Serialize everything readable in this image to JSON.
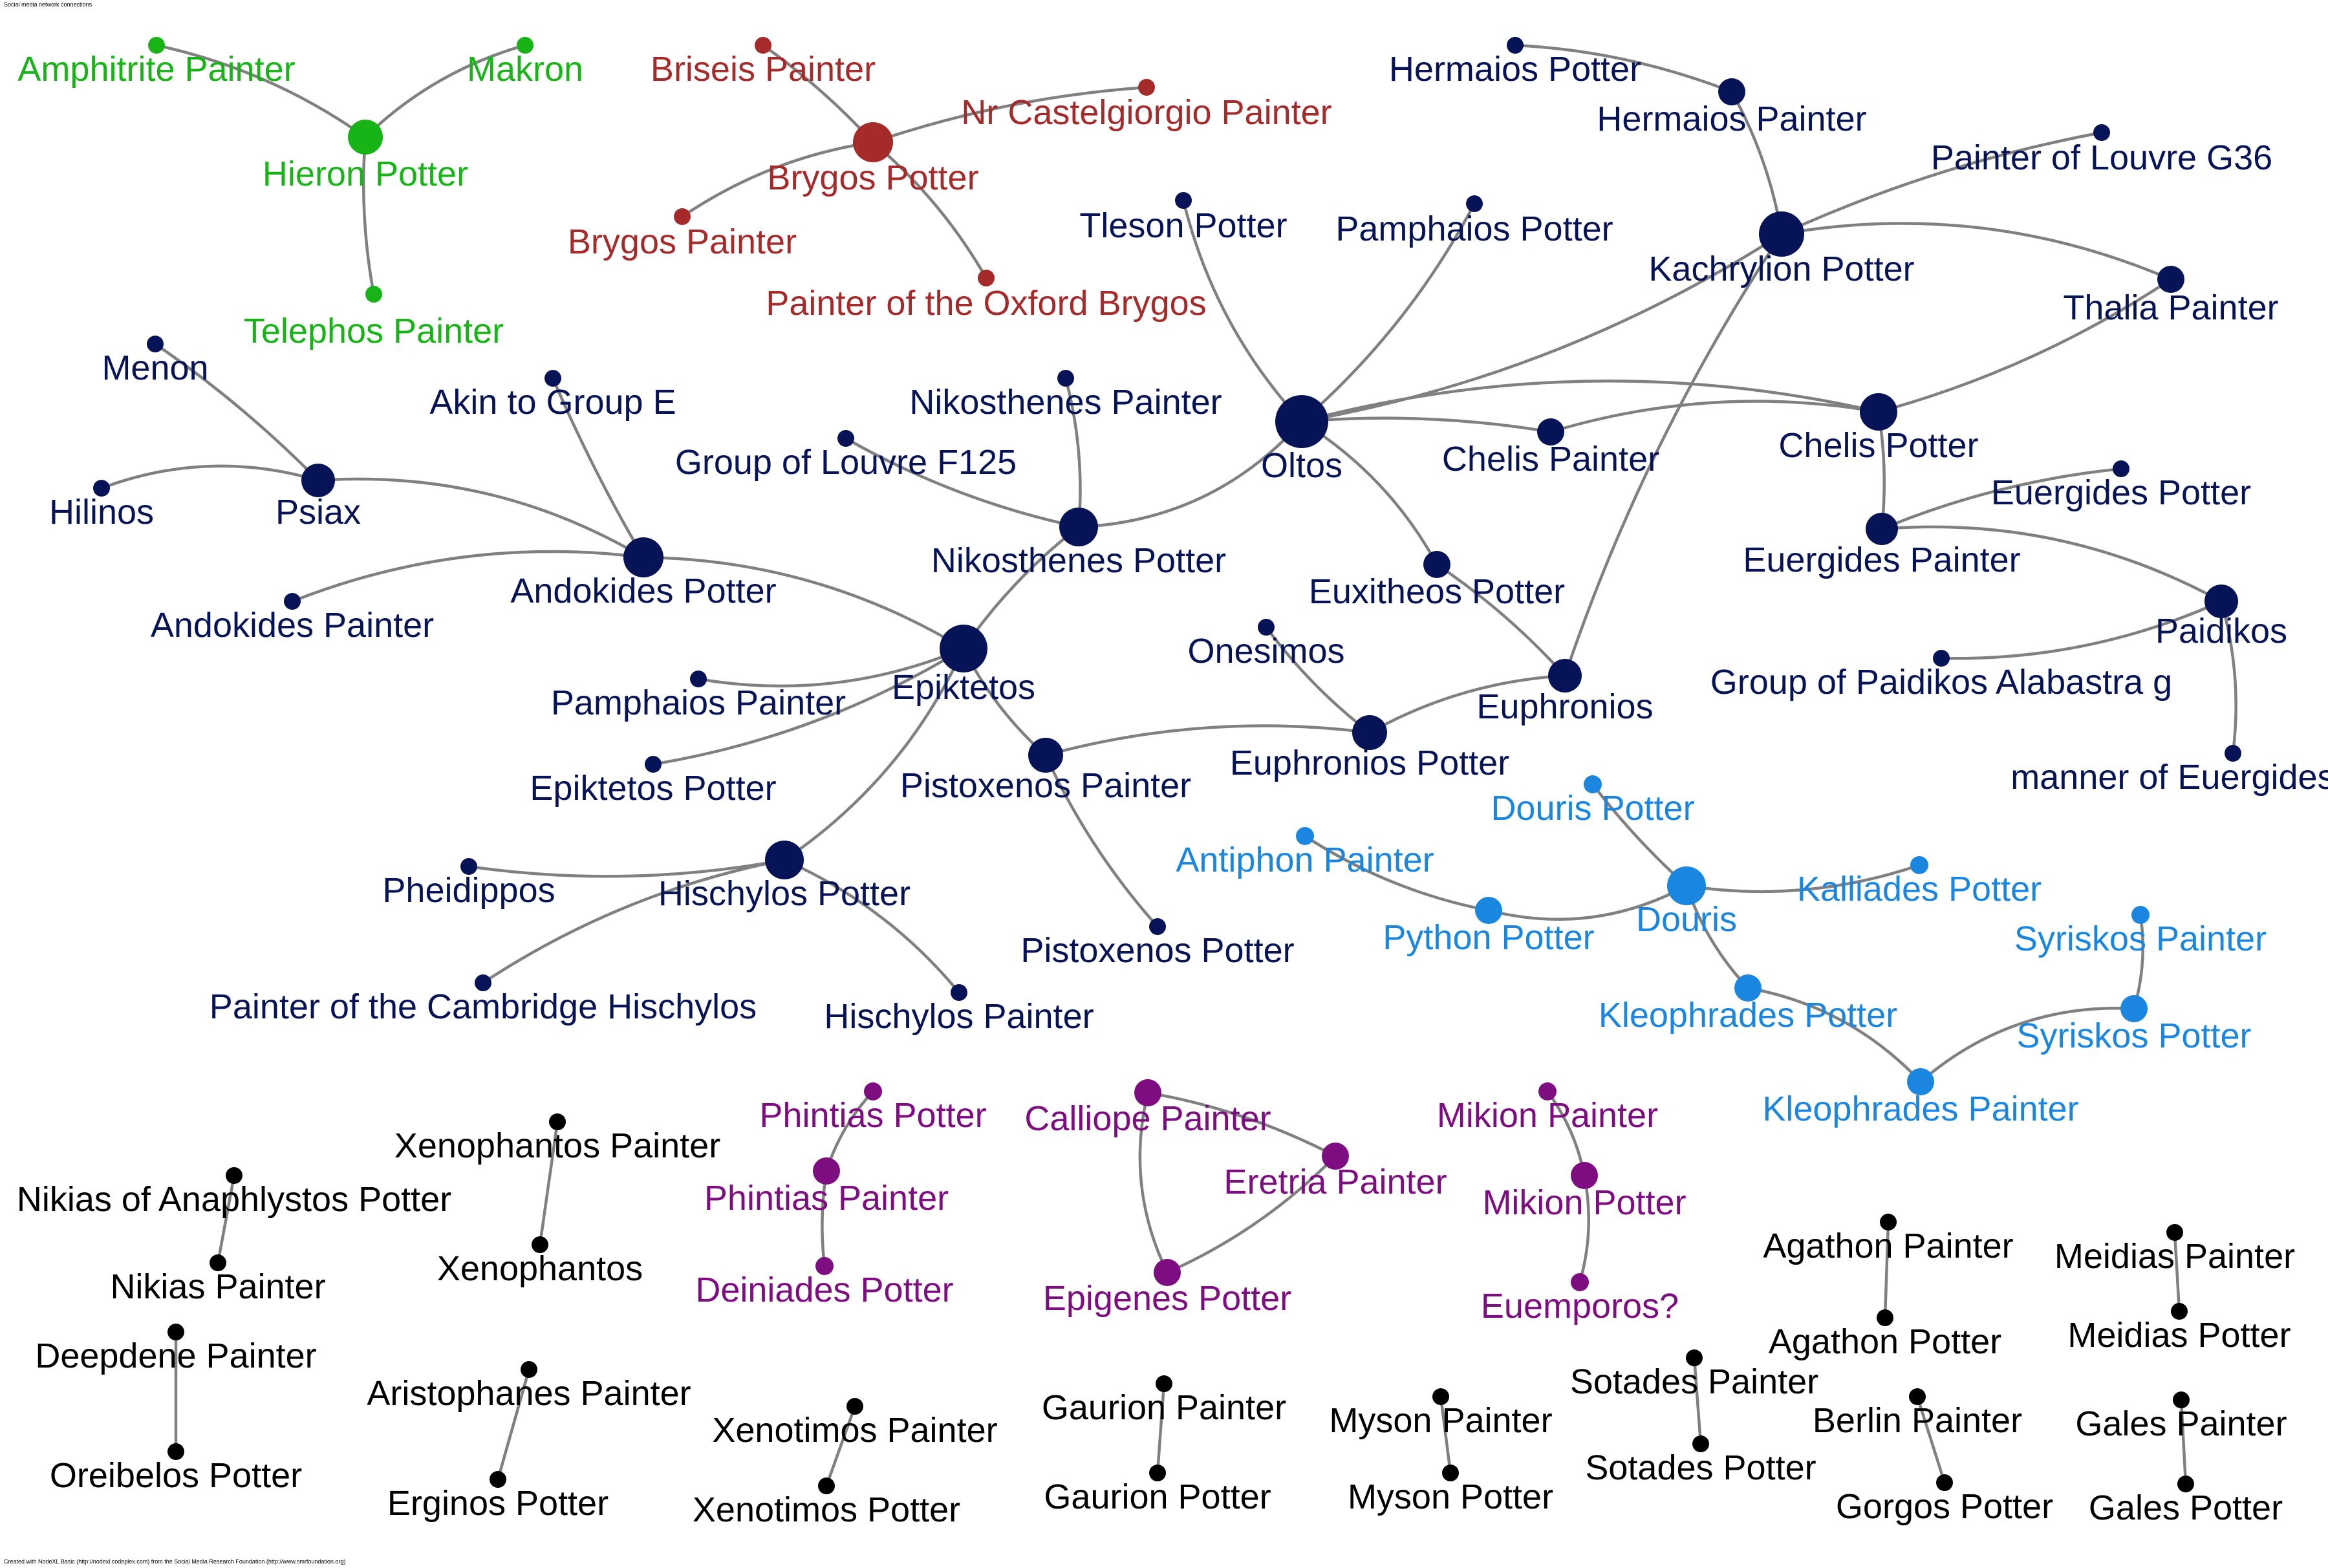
{
  "title": "Social media network connections",
  "credit": "Created with NodeXL Basic (http://nodexl.codeplex.com) from the Social Media Research Foundation (http://www.smrfoundation.org)",
  "colors": {
    "edge": "#808080",
    "green": "#17b317",
    "red": "#a52a2a",
    "navy": "#061356",
    "blue": "#1a86e0",
    "purple": "#7d0d80",
    "black": "#000000"
  },
  "nodes": [
    {
      "id": "amphitrite",
      "label": "Amphitrite Painter",
      "group": "green"
    },
    {
      "id": "makron",
      "label": "Makron",
      "group": "green"
    },
    {
      "id": "hieron",
      "label": "Hieron Potter",
      "group": "green"
    },
    {
      "id": "telephos",
      "label": "Telephos Painter",
      "group": "green"
    },
    {
      "id": "briseis",
      "label": "Briseis Painter",
      "group": "red"
    },
    {
      "id": "castelgiorgio",
      "label": "Nr Castelgiorgio Painter",
      "group": "red"
    },
    {
      "id": "brygos_potter",
      "label": "Brygos Potter",
      "group": "red"
    },
    {
      "id": "brygos_painter",
      "label": "Brygos Painter",
      "group": "red"
    },
    {
      "id": "oxford_brygos",
      "label": "Painter of the Oxford Brygos",
      "group": "red"
    },
    {
      "id": "hermaios_potter",
      "label": "Hermaios Potter",
      "group": "navy"
    },
    {
      "id": "hermaios_painter",
      "label": "Hermaios Painter",
      "group": "navy"
    },
    {
      "id": "louvre_g36",
      "label": "Painter of Louvre G36",
      "group": "navy"
    },
    {
      "id": "tleson",
      "label": "Tleson Potter",
      "group": "navy"
    },
    {
      "id": "pamphaios_potter",
      "label": "Pamphaios Potter",
      "group": "navy"
    },
    {
      "id": "kachrylion",
      "label": "Kachrylion Potter",
      "group": "navy"
    },
    {
      "id": "thalia",
      "label": "Thalia Painter",
      "group": "navy"
    },
    {
      "id": "menon",
      "label": "Menon",
      "group": "navy"
    },
    {
      "id": "akin_e",
      "label": "Akin to Group E",
      "group": "navy"
    },
    {
      "id": "nikosthenes_painter",
      "label": "Nikosthenes Painter",
      "group": "navy"
    },
    {
      "id": "louvre_f125",
      "label": "Group of Louvre F125",
      "group": "navy"
    },
    {
      "id": "oltos",
      "label": "Oltos",
      "group": "navy"
    },
    {
      "id": "chelis_painter",
      "label": "Chelis Painter",
      "group": "navy"
    },
    {
      "id": "chelis_potter",
      "label": "Chelis Potter",
      "group": "navy"
    },
    {
      "id": "euergides_potter",
      "label": "Euergides Potter",
      "group": "navy"
    },
    {
      "id": "hilinos",
      "label": "Hilinos",
      "group": "navy"
    },
    {
      "id": "psiax",
      "label": "Psiax",
      "group": "navy"
    },
    {
      "id": "euergides_painter",
      "label": "Euergides Painter",
      "group": "navy"
    },
    {
      "id": "nikosthenes_potter",
      "label": "Nikosthenes Potter",
      "group": "navy"
    },
    {
      "id": "andokides_potter",
      "label": "Andokides Potter",
      "group": "navy"
    },
    {
      "id": "andokides_painter",
      "label": "Andokides Painter",
      "group": "navy"
    },
    {
      "id": "euxitheos",
      "label": "Euxitheos Potter",
      "group": "navy"
    },
    {
      "id": "paidikos",
      "label": "Paidikos",
      "group": "navy"
    },
    {
      "id": "onesimos",
      "label": "Onesimos",
      "group": "navy"
    },
    {
      "id": "epiktetos",
      "label": "Epiktetos",
      "group": "navy"
    },
    {
      "id": "pamphaios_painter",
      "label": "Pamphaios Painter",
      "group": "navy"
    },
    {
      "id": "euphronios",
      "label": "Euphronios",
      "group": "navy"
    },
    {
      "id": "paidikos_alabastra",
      "label": "Group of Paidikos Alabastra g",
      "group": "navy"
    },
    {
      "id": "euphronios_potter",
      "label": "Euphronios Potter",
      "group": "navy"
    },
    {
      "id": "epiktetos_potter",
      "label": "Epiktetos Potter",
      "group": "navy"
    },
    {
      "id": "pistoxenos_painter",
      "label": "Pistoxenos Painter",
      "group": "navy"
    },
    {
      "id": "manner_euergides",
      "label": "manner of Euergides Painter",
      "group": "navy"
    },
    {
      "id": "pheidippos",
      "label": "Pheidippos",
      "group": "navy"
    },
    {
      "id": "hischylos_potter",
      "label": "Hischylos Potter",
      "group": "navy"
    },
    {
      "id": "pistoxenos_potter",
      "label": "Pistoxenos Potter",
      "group": "navy"
    },
    {
      "id": "cambridge_hischylos",
      "label": "Painter of the Cambridge Hischylos",
      "group": "navy"
    },
    {
      "id": "hischylos_painter",
      "label": "Hischylos Painter",
      "group": "navy"
    },
    {
      "id": "douris_potter",
      "label": "Douris Potter",
      "group": "blue"
    },
    {
      "id": "antiphon",
      "label": "Antiphon Painter",
      "group": "blue"
    },
    {
      "id": "kalliades",
      "label": "Kalliades Potter",
      "group": "blue"
    },
    {
      "id": "douris",
      "label": "Douris",
      "group": "blue"
    },
    {
      "id": "python",
      "label": "Python Potter",
      "group": "blue"
    },
    {
      "id": "syriskos_painter",
      "label": "Syriskos Painter",
      "group": "blue"
    },
    {
      "id": "kleophrades_potter",
      "label": "Kleophrades Potter",
      "group": "blue"
    },
    {
      "id": "syriskos_potter",
      "label": "Syriskos Potter",
      "group": "blue"
    },
    {
      "id": "kleophrades_painter",
      "label": "Kleophrades Painter",
      "group": "blue"
    },
    {
      "id": "phintias_potter",
      "label": "Phintias Potter",
      "group": "purple"
    },
    {
      "id": "phintias_painter",
      "label": "Phintias Painter",
      "group": "purple"
    },
    {
      "id": "deiniades",
      "label": "Deiniades Potter",
      "group": "purple"
    },
    {
      "id": "calliope",
      "label": "Calliope Painter",
      "group": "purple"
    },
    {
      "id": "eretria",
      "label": "Eretria Painter",
      "group": "purple"
    },
    {
      "id": "epigenes",
      "label": "Epigenes Potter",
      "group": "purple"
    },
    {
      "id": "mikion_painter",
      "label": "Mikion Painter",
      "group": "purple"
    },
    {
      "id": "mikion_potter",
      "label": "Mikion Potter",
      "group": "purple"
    },
    {
      "id": "euemporos",
      "label": "Euemporos?",
      "group": "purple"
    },
    {
      "id": "xenophantos_painter",
      "label": "Xenophantos Painter",
      "group": "black"
    },
    {
      "id": "xenophantos",
      "label": "Xenophantos",
      "group": "black"
    },
    {
      "id": "nikias_potter",
      "label": "Nikias of Anaphlystos Potter",
      "group": "black"
    },
    {
      "id": "nikias_painter",
      "label": "Nikias Painter",
      "group": "black"
    },
    {
      "id": "deepdene",
      "label": "Deepdene Painter",
      "group": "black"
    },
    {
      "id": "oreibelos",
      "label": "Oreibelos Potter",
      "group": "black"
    },
    {
      "id": "aristophanes",
      "label": "Aristophanes Painter",
      "group": "black"
    },
    {
      "id": "erginos",
      "label": "Erginos Potter",
      "group": "black"
    },
    {
      "id": "xenotimos_painter",
      "label": "Xenotimos Painter",
      "group": "black"
    },
    {
      "id": "xenotimos_potter",
      "label": "Xenotimos Potter",
      "group": "black"
    },
    {
      "id": "gaurion_painter",
      "label": "Gaurion Painter",
      "group": "black"
    },
    {
      "id": "gaurion_potter",
      "label": "Gaurion Potter",
      "group": "black"
    },
    {
      "id": "myson_painter",
      "label": "Myson Painter",
      "group": "black"
    },
    {
      "id": "myson_potter",
      "label": "Myson Potter",
      "group": "black"
    },
    {
      "id": "sotades_painter",
      "label": "Sotades Painter",
      "group": "black"
    },
    {
      "id": "sotades_potter",
      "label": "Sotades Potter",
      "group": "black"
    },
    {
      "id": "agathon_painter",
      "label": "Agathon Painter",
      "group": "black"
    },
    {
      "id": "agathon_potter",
      "label": "Agathon Potter",
      "group": "black"
    },
    {
      "id": "berlin",
      "label": "Berlin Painter",
      "group": "black"
    },
    {
      "id": "gorgos",
      "label": "Gorgos Potter",
      "group": "black"
    },
    {
      "id": "meidias_painter",
      "label": "Meidias Painter",
      "group": "black"
    },
    {
      "id": "meidias_potter",
      "label": "Meidias Potter",
      "group": "black"
    },
    {
      "id": "gales_painter",
      "label": "Gales Painter",
      "group": "black"
    },
    {
      "id": "gales_potter",
      "label": "Gales Potter",
      "group": "black"
    }
  ],
  "edges": [
    [
      "hieron",
      "amphitrite"
    ],
    [
      "hieron",
      "makron"
    ],
    [
      "hieron",
      "telephos"
    ],
    [
      "brygos_potter",
      "briseis"
    ],
    [
      "brygos_potter",
      "castelgiorgio"
    ],
    [
      "brygos_potter",
      "brygos_painter"
    ],
    [
      "brygos_potter",
      "oxford_brygos"
    ],
    [
      "hermaios_potter",
      "hermaios_painter"
    ],
    [
      "hermaios_painter",
      "kachrylion"
    ],
    [
      "kachrylion",
      "louvre_g36"
    ],
    [
      "kachrylion",
      "thalia"
    ],
    [
      "kachrylion",
      "oltos"
    ],
    [
      "kachrylion",
      "euphronios"
    ],
    [
      "oltos",
      "tleson"
    ],
    [
      "oltos",
      "pamphaios_potter"
    ],
    [
      "oltos",
      "chelis_painter"
    ],
    [
      "oltos",
      "chelis_potter"
    ],
    [
      "oltos",
      "euxitheos"
    ],
    [
      "oltos",
      "nikosthenes_potter"
    ],
    [
      "chelis_painter",
      "chelis_potter"
    ],
    [
      "thalia",
      "chelis_potter"
    ],
    [
      "euergides_painter",
      "chelis_potter"
    ],
    [
      "euergides_painter",
      "euergides_potter"
    ],
    [
      "euergides_painter",
      "paidikos"
    ],
    [
      "paidikos",
      "paidikos_alabastra"
    ],
    [
      "paidikos",
      "manner_euergides"
    ],
    [
      "euxitheos",
      "euphronios"
    ],
    [
      "euphronios",
      "euphronios_potter"
    ],
    [
      "onesimos",
      "euphronios_potter"
    ],
    [
      "euphronios_potter",
      "pistoxenos_painter"
    ],
    [
      "nikosthenes_potter",
      "nikosthenes_painter"
    ],
    [
      "nikosthenes_potter",
      "louvre_f125"
    ],
    [
      "nikosthenes_potter",
      "epiktetos"
    ],
    [
      "menon",
      "psiax"
    ],
    [
      "hilinos",
      "psiax"
    ],
    [
      "psiax",
      "andokides_potter"
    ],
    [
      "akin_e",
      "andokides_potter"
    ],
    [
      "andokides_painter",
      "andokides_potter"
    ],
    [
      "andokides_potter",
      "epiktetos"
    ],
    [
      "epiktetos",
      "pamphaios_painter"
    ],
    [
      "epiktetos",
      "epiktetos_potter"
    ],
    [
      "epiktetos",
      "pistoxenos_painter"
    ],
    [
      "epiktetos",
      "hischylos_potter"
    ],
    [
      "pistoxenos_painter",
      "pistoxenos_potter"
    ],
    [
      "hischylos_potter",
      "pheidippos"
    ],
    [
      "hischylos_potter",
      "cambridge_hischylos"
    ],
    [
      "hischylos_potter",
      "hischylos_painter"
    ],
    [
      "douris_potter",
      "douris"
    ],
    [
      "antiphon",
      "python"
    ],
    [
      "python",
      "douris"
    ],
    [
      "douris",
      "kalliades"
    ],
    [
      "douris",
      "kleophrades_potter"
    ],
    [
      "kleophrades_potter",
      "kleophrades_painter"
    ],
    [
      "kleophrades_painter",
      "syriskos_potter"
    ],
    [
      "syriskos_potter",
      "syriskos_painter"
    ],
    [
      "phintias_potter",
      "phintias_painter"
    ],
    [
      "phintias_painter",
      "deiniades"
    ],
    [
      "calliope",
      "eretria"
    ],
    [
      "calliope",
      "epigenes"
    ],
    [
      "eretria",
      "epigenes"
    ],
    [
      "mikion_painter",
      "mikion_potter"
    ],
    [
      "mikion_potter",
      "euemporos"
    ],
    [
      "xenophantos_painter",
      "xenophantos"
    ],
    [
      "nikias_potter",
      "nikias_painter"
    ],
    [
      "deepdene",
      "oreibelos"
    ],
    [
      "aristophanes",
      "erginos"
    ],
    [
      "xenotimos_painter",
      "xenotimos_potter"
    ],
    [
      "gaurion_painter",
      "gaurion_potter"
    ],
    [
      "myson_painter",
      "myson_potter"
    ],
    [
      "sotades_painter",
      "sotades_potter"
    ],
    [
      "agathon_painter",
      "agathon_potter"
    ],
    [
      "berlin",
      "gorgos"
    ],
    [
      "meidias_painter",
      "meidias_potter"
    ],
    [
      "gales_painter",
      "gales_potter"
    ]
  ]
}
